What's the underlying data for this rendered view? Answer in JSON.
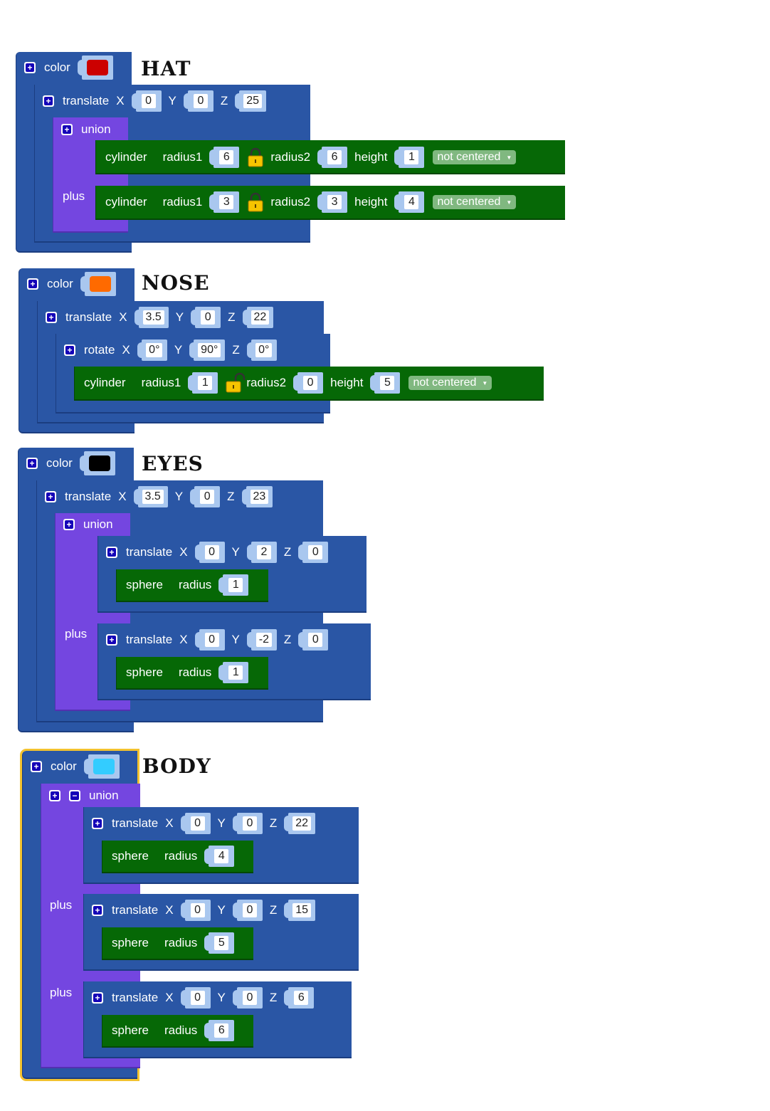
{
  "groups": {
    "hat": {
      "title": "HAT",
      "color_label": "color",
      "color_value": "#cc0000",
      "translate": {
        "label": "translate",
        "x_label": "X",
        "x": "0",
        "y_label": "Y",
        "y": "0",
        "z_label": "Z",
        "z": "25"
      },
      "union_label": "union",
      "plus_label": "plus",
      "cyl1": {
        "label": "cylinder",
        "r1_label": "radius1",
        "r1": "6",
        "lock": "locked",
        "r2_label": "radius2",
        "r2": "6",
        "h_label": "height",
        "h": "1",
        "center": "not centered"
      },
      "cyl2": {
        "label": "cylinder",
        "r1_label": "radius1",
        "r1": "3",
        "lock": "locked",
        "r2_label": "radius2",
        "r2": "3",
        "h_label": "height",
        "h": "4",
        "center": "not centered"
      }
    },
    "nose": {
      "title": "NOSE",
      "color_label": "color",
      "color_value": "#ff6a00",
      "translate": {
        "label": "translate",
        "x_label": "X",
        "x": "3.5",
        "y_label": "Y",
        "y": "0",
        "z_label": "Z",
        "z": "22"
      },
      "rotate": {
        "label": "rotate",
        "x_label": "X",
        "x": "0°",
        "y_label": "Y",
        "y": "90°",
        "z_label": "Z",
        "z": "0°"
      },
      "cyl": {
        "label": "cylinder",
        "r1_label": "radius1",
        "r1": "1",
        "lock": "unlocked",
        "r2_label": "radius2",
        "r2": "0",
        "h_label": "height",
        "h": "5",
        "center": "not centered"
      }
    },
    "eyes": {
      "title": "EYES",
      "color_label": "color",
      "color_value": "#000000",
      "translate": {
        "label": "translate",
        "x_label": "X",
        "x": "3.5",
        "y_label": "Y",
        "y": "0",
        "z_label": "Z",
        "z": "23"
      },
      "union_label": "union",
      "plus_label": "plus",
      "t1": {
        "label": "translate",
        "x_label": "X",
        "x": "0",
        "y_label": "Y",
        "y": "2",
        "z_label": "Z",
        "z": "0"
      },
      "s1": {
        "label": "sphere",
        "r_label": "radius",
        "r": "1"
      },
      "t2": {
        "label": "translate",
        "x_label": "X",
        "x": "0",
        "y_label": "Y",
        "y": "-2",
        "z_label": "Z",
        "z": "0"
      },
      "s2": {
        "label": "sphere",
        "r_label": "radius",
        "r": "1"
      }
    },
    "body": {
      "title": "BODY",
      "color_label": "color",
      "color_value": "#33ccff",
      "union_label": "union",
      "plus_label": "plus",
      "t1": {
        "label": "translate",
        "x_label": "X",
        "x": "0",
        "y_label": "Y",
        "y": "0",
        "z_label": "Z",
        "z": "22"
      },
      "s1": {
        "label": "sphere",
        "r_label": "radius",
        "r": "4"
      },
      "t2": {
        "label": "translate",
        "x_label": "X",
        "x": "0",
        "y_label": "Y",
        "y": "0",
        "z_label": "Z",
        "z": "15"
      },
      "s2": {
        "label": "sphere",
        "r_label": "radius",
        "r": "5"
      },
      "t3": {
        "label": "translate",
        "x_label": "X",
        "x": "0",
        "y_label": "Y",
        "y": "0",
        "z_label": "Z",
        "z": "6"
      },
      "s3": {
        "label": "sphere",
        "r_label": "radius",
        "r": "6"
      }
    }
  }
}
